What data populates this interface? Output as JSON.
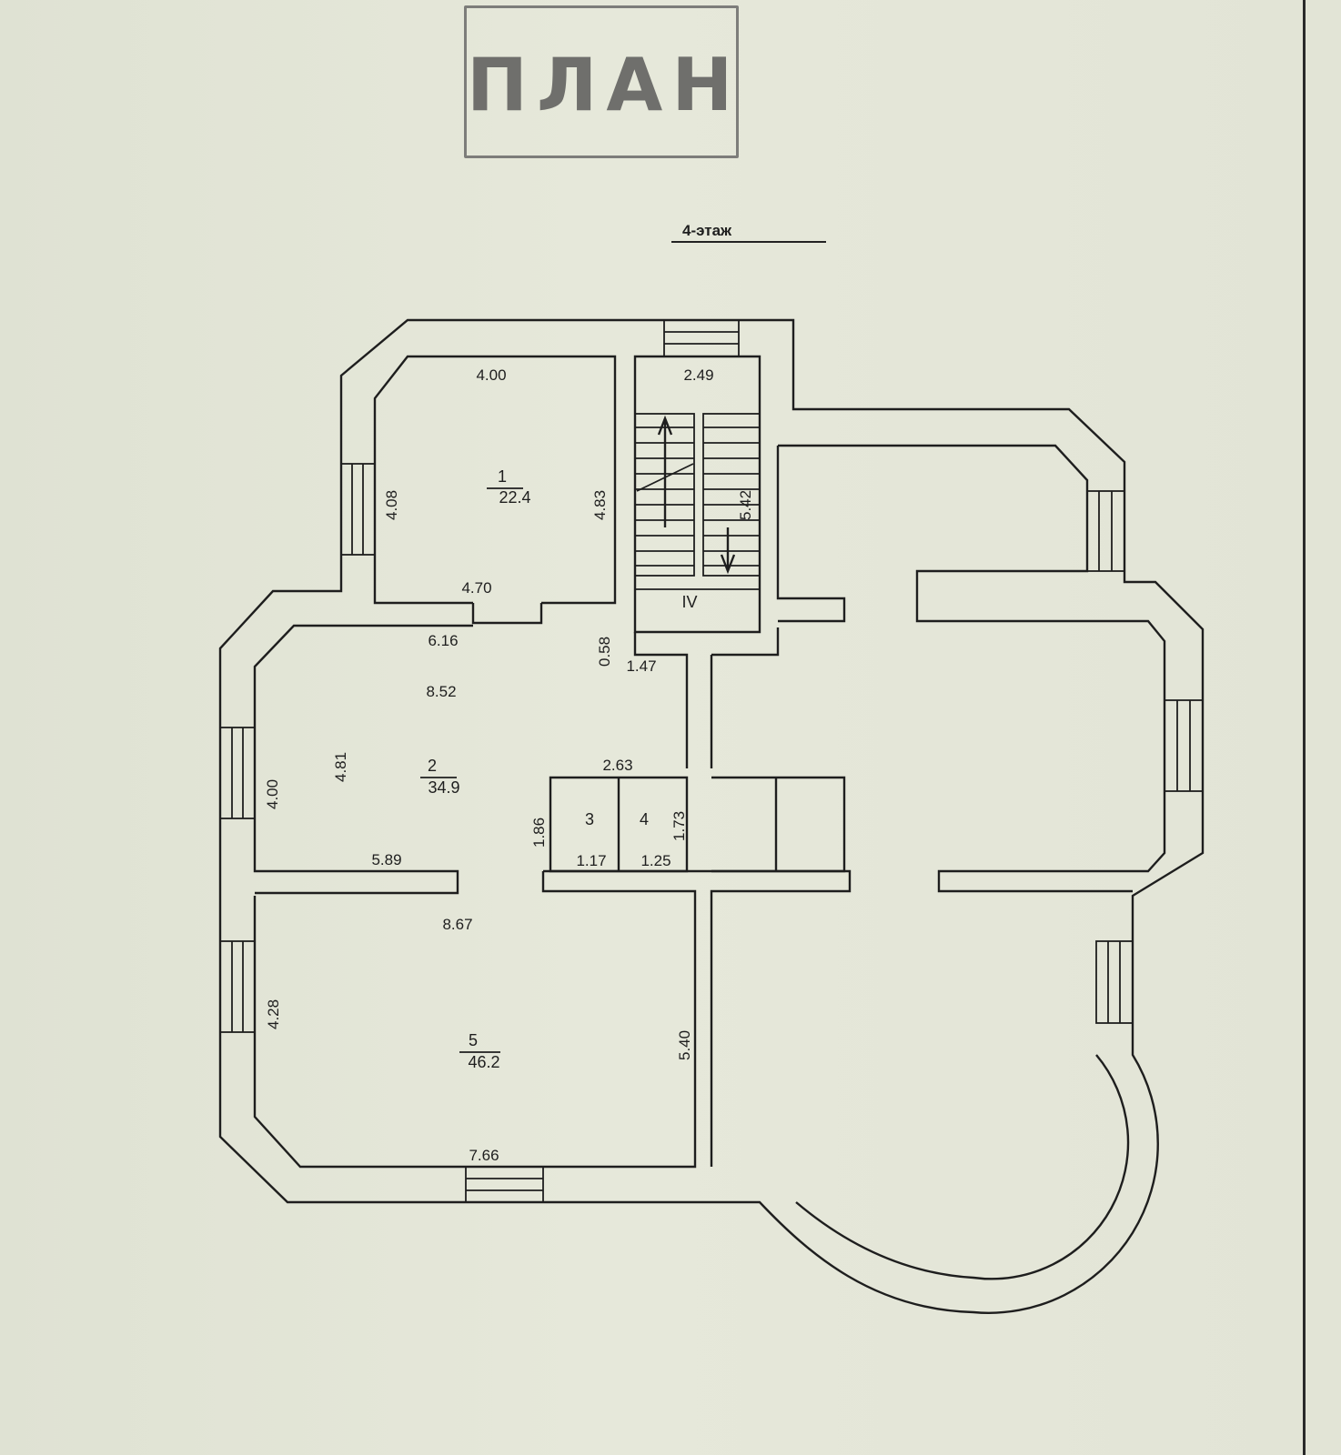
{
  "stamp": {
    "title": "ПЛАН"
  },
  "floor_label": "4-этаж",
  "rooms": [
    {
      "number": "1",
      "area": "22.4"
    },
    {
      "number": "2",
      "area": "34.9"
    },
    {
      "number": "3"
    },
    {
      "number": "4"
    },
    {
      "number": "5",
      "area": "46.2"
    }
  ],
  "stair_label": "IV",
  "dimensions": {
    "room1_top": "4.00",
    "room1_left": "4.08",
    "room1_right": "4.83",
    "room1_bottom": "4.70",
    "stair_width": "2.49",
    "stair_length": "5.42",
    "corridor_small": "0.58",
    "corridor_width": "1.47",
    "room2_top": "6.16",
    "room2_inner": "8.52",
    "room2_height": "4.81",
    "room2_left": "4.00",
    "room2_bottom": "5.89",
    "wc_width": "2.63",
    "wc_height": "1.86",
    "wc_height_right": "1.73",
    "room3_width": "1.17",
    "room4_width": "1.25",
    "room5_top": "8.67",
    "room5_left": "4.28",
    "room5_right": "5.40",
    "room5_bottom": "7.66"
  }
}
